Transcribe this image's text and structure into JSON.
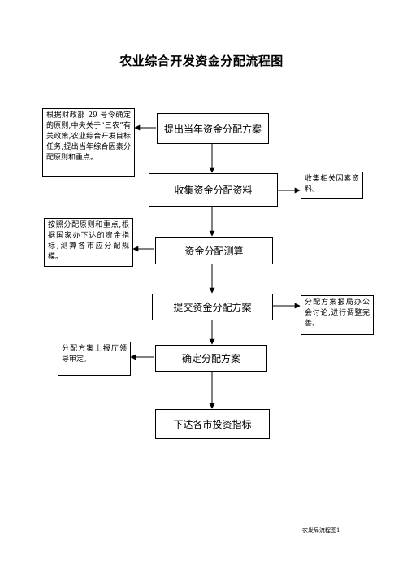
{
  "title": "农业综合开发资金分配流程图",
  "steps": [
    "提出当年资金分配方案",
    "收集资金分配资料",
    "资金分配测算",
    "提交资金分配方案",
    "确定分配方案",
    "下达各市投资指标"
  ],
  "notes": {
    "step1": "根据财政部 29 号令确定的原则,中央关于“三农”有关政策,农业综合开发目标任务,提出当年综合因素分配原则和重点。",
    "step2": "收集相关因素资料。",
    "step3": "按照分配原则和重点,根据国家办下达的资金指标,测算各市应分配规模。",
    "step4": "分配方案报局办公会讨论,进行调整完善。",
    "step5": "分配方案上报厅领导审定。"
  },
  "footer": "农发局流程图1"
}
